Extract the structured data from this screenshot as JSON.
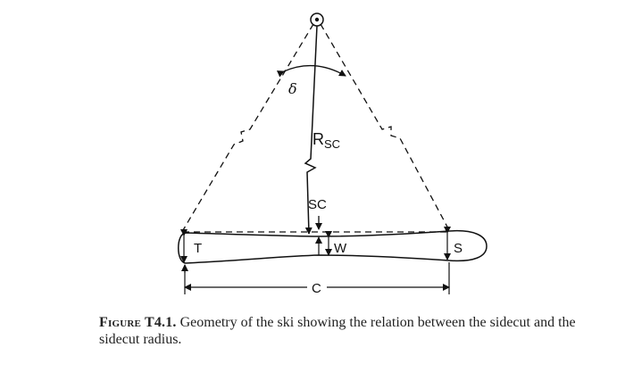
{
  "figure": {
    "labels": {
      "angle": "δ",
      "radius_main": "R",
      "radius_sub": "SC",
      "sidecut": "SC",
      "tip_width": "T",
      "waist_width": "W",
      "tail_width": "S",
      "contact_length": "C"
    }
  },
  "caption": {
    "label": "Figure T4.1.",
    "text": "Geometry of the ski showing the relation between the sidecut and the sidecut radius."
  }
}
